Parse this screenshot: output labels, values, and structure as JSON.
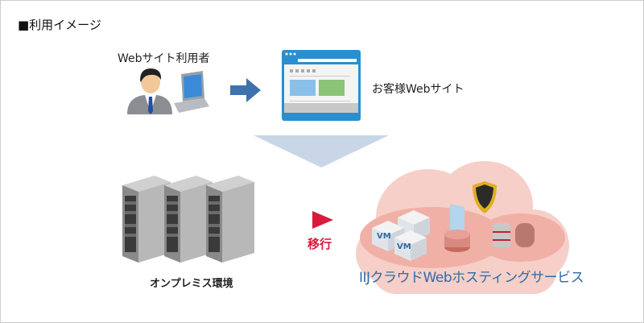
{
  "title": "■利用イメージ",
  "user": {
    "label": "Webサイト利用者",
    "icon": "user-with-laptop-icon"
  },
  "website": {
    "label": "お客様Webサイト",
    "icon": "browser-window-icon"
  },
  "onprem": {
    "label": "オンプレミス環境",
    "icon": "server-racks-icon"
  },
  "migration": {
    "label": "移行",
    "icon": "play-arrow-icon"
  },
  "cloud": {
    "label": "IIJクラウドWebホスティングサービス",
    "icon": "cloud-icon",
    "vm_labels": [
      "VM",
      "VM"
    ]
  },
  "colors": {
    "arrow_blue": "#3f72ad",
    "down_arrow": "#c8d6e8",
    "cloud": "#f6cfc8",
    "migrate_red": "#d81b3c",
    "cloud_text": "#2f6aa8",
    "browser_blue": "#2a8fcc"
  }
}
